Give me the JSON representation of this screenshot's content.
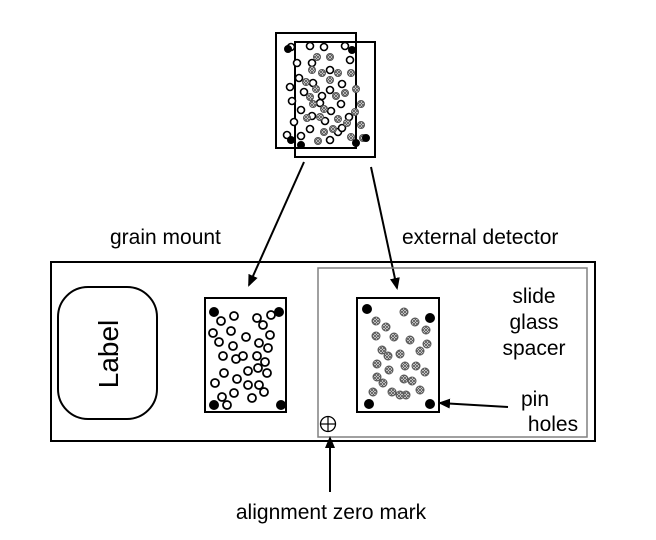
{
  "labels": {
    "grain_mount": "grain mount",
    "external_detector": "external detector",
    "label": "Label",
    "slide": "slide",
    "glass": "glass",
    "spacer": "spacer",
    "pin": "pin",
    "holes": "holes",
    "alignment": "alignment zero mark"
  },
  "colors": {
    "ink": "#000000",
    "hatch": "#8a8a8a",
    "spacer_border": "#808080"
  },
  "icons": {
    "zero_mark": "circle-plus-icon"
  }
}
